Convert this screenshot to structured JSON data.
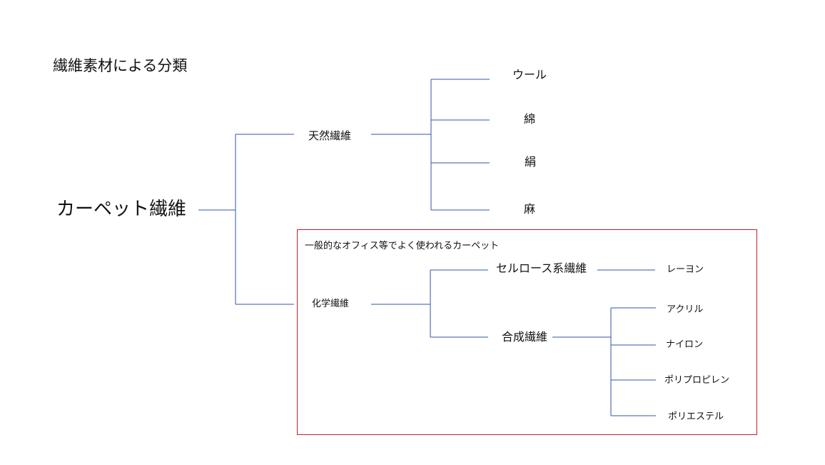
{
  "diagram": {
    "title": "繊維素材による分類",
    "root": "カーペット繊維",
    "natural": {
      "label": "天然繊維",
      "children": [
        "ウール",
        "綿",
        "絹",
        "麻"
      ]
    },
    "chemical": {
      "label": "化学繊維",
      "cellulose": {
        "label": "セルロース系繊維",
        "children": [
          "レーヨン"
        ]
      },
      "synthetic": {
        "label": "合成繊維",
        "children": [
          "アクリル",
          "ナイロン",
          "ポリプロピレン",
          "ポリエステル"
        ]
      }
    },
    "highlight_note": "一般的なオフィス等でよく使われるカーペット"
  },
  "colors": {
    "line": "#2f55a4",
    "highlight_border": "#c0202a"
  }
}
